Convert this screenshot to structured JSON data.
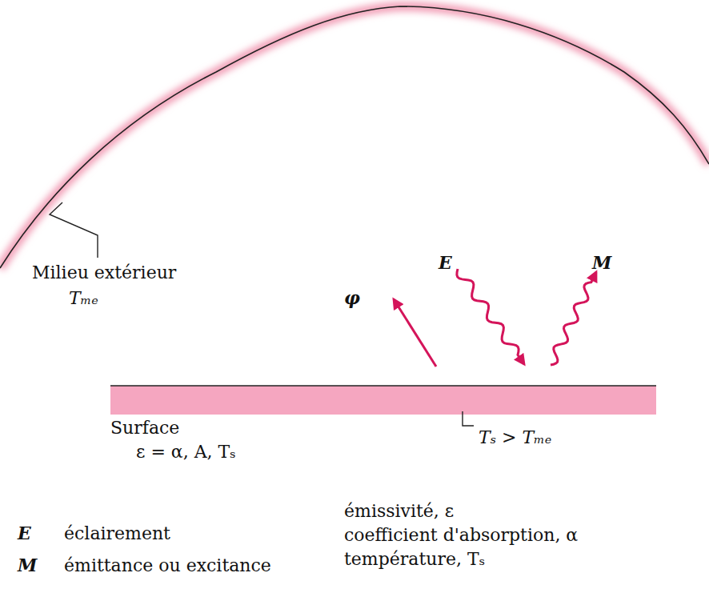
{
  "diagram": {
    "labels": [
      "Milieu extérieur",
      "Tₘₑ",
      "φ",
      "E",
      "M",
      "Surface",
      "ε = α, A, Tₛ",
      "Tₛ > Tₘₑ",
      "E",
      "éclairement",
      "M",
      "émittance ou excitance",
      "émissivité, ε",
      "coefficient d'absorption, α",
      "température, Tₛ"
    ]
  }
}
